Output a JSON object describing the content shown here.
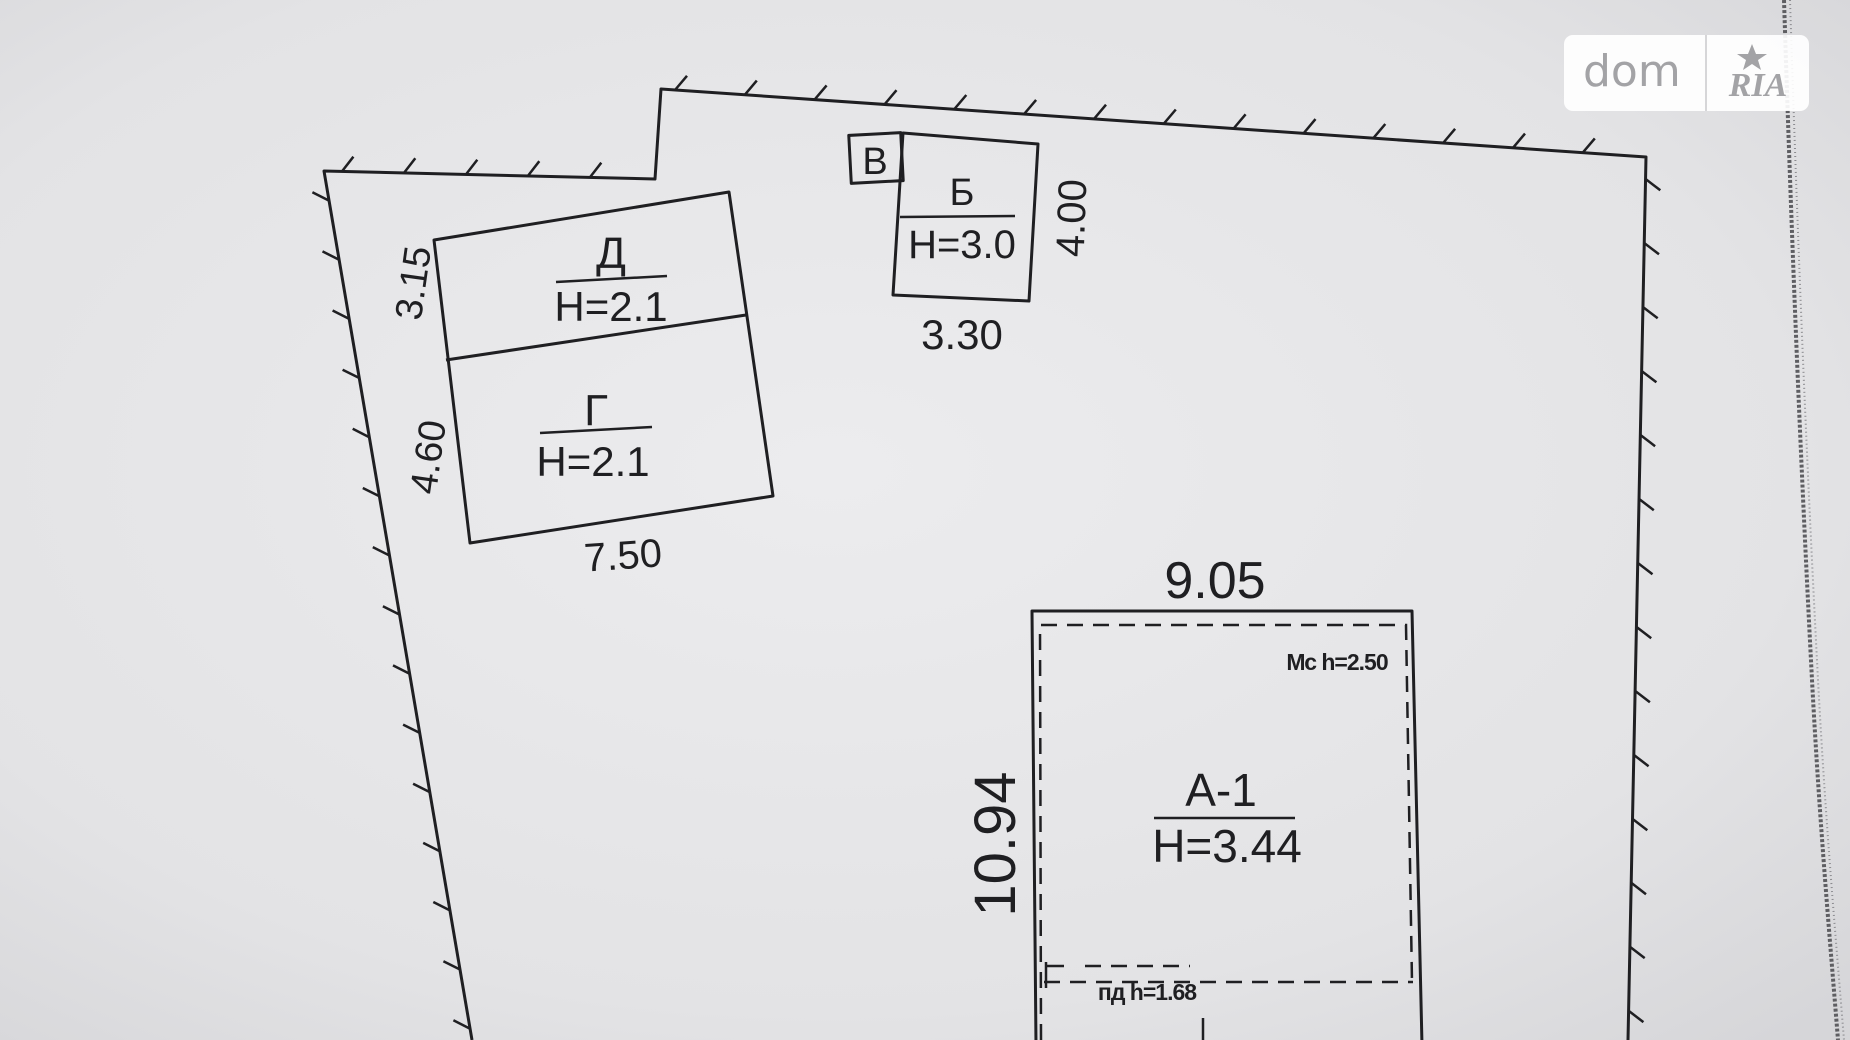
{
  "plan": {
    "building_d": {
      "letter": "Д",
      "height": "Н=2.1",
      "side_dim": "3.15"
    },
    "building_g": {
      "letter": "Г",
      "height": "Н=2.1",
      "side_dim": "4.60",
      "bottom_dim": "7.50"
    },
    "building_v": {
      "letter": "В"
    },
    "building_b": {
      "letter": "Б",
      "height": "Н=3.0",
      "side_dim": "4.00",
      "bottom_dim": "3.30"
    },
    "building_a1": {
      "letter": "А-1",
      "height": "Н=3.44",
      "top_dim": "9.05",
      "side_dim": "10.94",
      "note_top": "Мс h=2.50",
      "note_bottom": "пд h=1.68"
    }
  },
  "watermark": {
    "dom": "dom",
    "ria": "RIA"
  },
  "colors": {
    "ink": "#1f1f22",
    "paper": "#e5e5e7",
    "watermark_text": "#a3a3a6"
  }
}
